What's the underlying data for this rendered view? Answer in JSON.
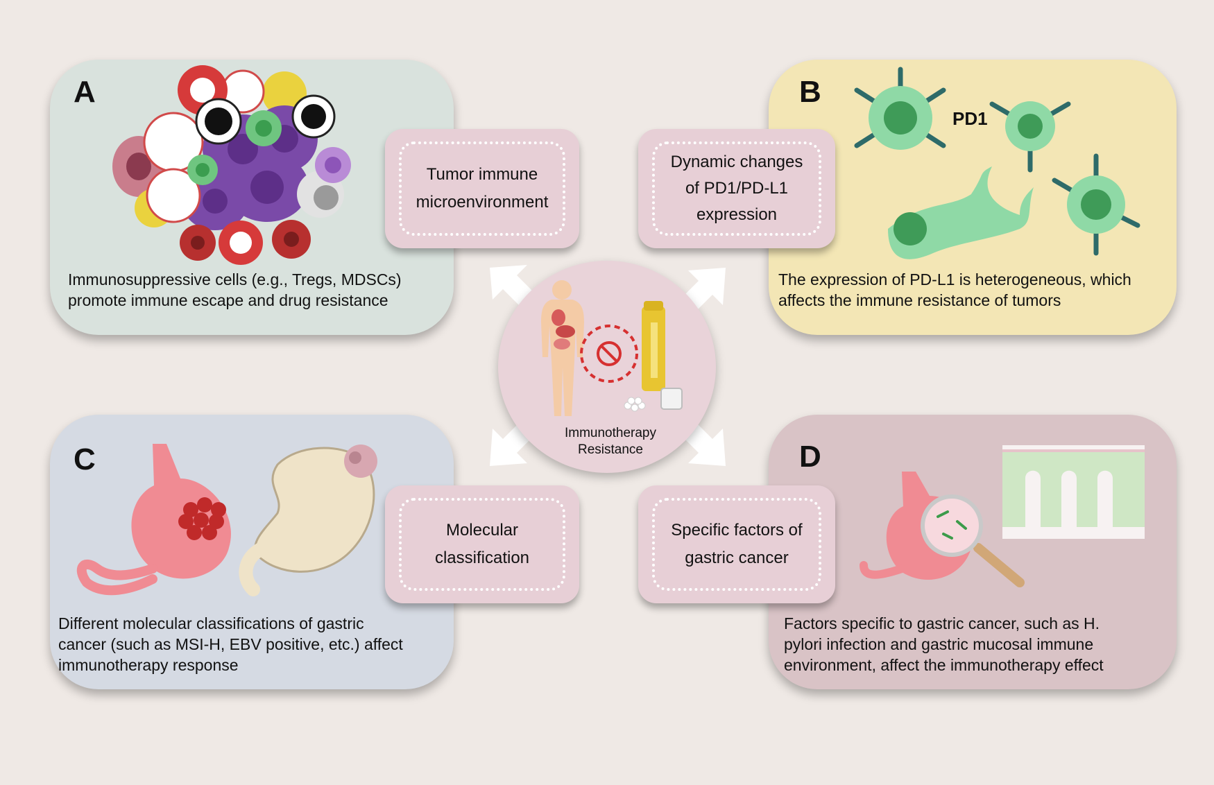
{
  "panels": {
    "a": {
      "letter": "A",
      "caption_line1": "Immunosuppressive cells (e.g., Tregs, MDSCs)",
      "caption_line2": "promote immune escape and drug resistance"
    },
    "b": {
      "letter": "B",
      "pd1_label": "PD1",
      "caption_line1": "The expression of PD-L1 is heterogeneous, which",
      "caption_line2": "affects the immune resistance of tumors"
    },
    "c": {
      "letter": "C",
      "caption_line1": "Different molecular classifications of gastric",
      "caption_line2": "cancer (such as MSI-H, EBV positive, etc.) affect",
      "caption_line3": "immunotherapy response"
    },
    "d": {
      "letter": "D",
      "caption_line1": "Factors specific to gastric cancer, such as H.",
      "caption_line2": "pylori infection and gastric mucosal immune",
      "caption_line3": "environment, affect the immunotherapy effect"
    }
  },
  "labels": {
    "tumor": {
      "line1": "Tumor immune",
      "line2": "microenvironment"
    },
    "dynamic": {
      "line1": "Dynamic changes",
      "line2": "of PD1/PD-L1",
      "line3": "expression"
    },
    "molecular": {
      "line1": "Molecular",
      "line2": "classification"
    },
    "specific": {
      "line1": "Specific factors of",
      "line2": "gastric cancer"
    }
  },
  "center": {
    "line1": "Immunotherapy",
    "line2": "Resistance"
  },
  "icons": {
    "panel_a": "immune-cell-cluster-illustration",
    "panel_b": "pd1-receptor-cells-illustration",
    "panel_c": "stomach-tumor-illustration",
    "panel_d": "stomach-magnifier-mucosa-illustration",
    "center": "human-body-drug-vial-illustration"
  },
  "colors": {
    "background": "#efe9e5",
    "panel_a": "#d9e2dd",
    "panel_b": "#f3e6b5",
    "panel_c": "#d5dae3",
    "panel_d": "#d9c3c6",
    "label_box": "#e7cfd6",
    "center_circle": "#e9d3d9"
  }
}
